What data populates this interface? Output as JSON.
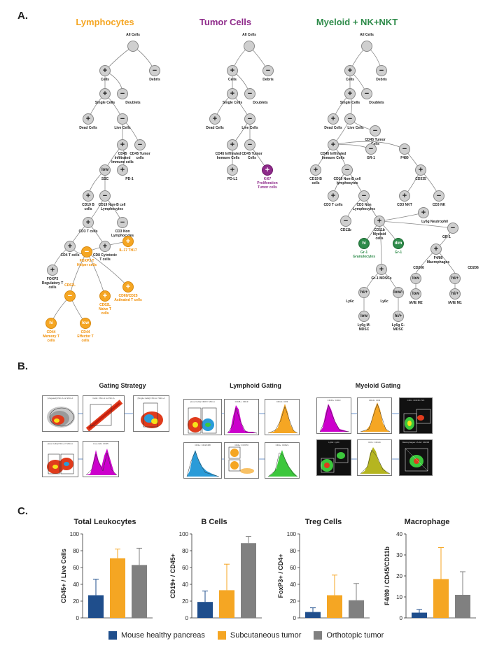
{
  "panels": {
    "a": "A.",
    "b": "B.",
    "c": "C."
  },
  "colors": {
    "orange": "#f5a623",
    "purple": "#8e2a8a",
    "green": "#2e8b4a",
    "blue": "#1f4e8c",
    "grey": "#808080"
  },
  "trees": {
    "lymph": {
      "title": "Lymphocytes",
      "labels": {
        "all": "All Cells",
        "cells": "Cells",
        "debris": "Debris",
        "single": "Single Cells",
        "doublets": "Doublets",
        "dead": "Dead Cells",
        "live": "Live Cells",
        "cd45inf": "CD45 Infiltrated Immune cells",
        "cd45tum": "CD45 Tumor cells",
        "ssc": "SSC",
        "pd1": "PD-1",
        "cd19b": "CD19 B cells",
        "cd19non": "CD19 Non-B cell Lymphocytes",
        "cd3t": "CD3 T cells",
        "cd3non": "CD3 Non Lymphocytes",
        "cd4": "CD4 T cells",
        "cd8": "CD8 Cytotoxic T cells",
        "foxp3reg": "FOXP3 Regulatory T cells",
        "il17": "IL-17 TH17",
        "foxp3help": "FOXP3 T Helper cells",
        "cd62l": "CD62L",
        "cd62lnaive": "CD62L Naive T cells",
        "cd69": "CD69/CD25 Activated T cells",
        "cd44mem": "CD44 Memory T cells",
        "cd44eff": "CD44 Effector T cells"
      },
      "node_text": {
        "plus": "+",
        "minus": "−",
        "low": "low",
        "hi": "hi"
      }
    },
    "tumor": {
      "title": "Tumor Cells",
      "labels": {
        "all": "All Cells",
        "cells": "Cells",
        "debris": "Debris",
        "single": "Single Cells",
        "doublets": "Doublets",
        "dead": "Dead Cells",
        "live": "Live Cells",
        "cd45inf": "CD45 Infiltrated Immune Cells",
        "cd45tum": "CD45 Tumor Cells",
        "pdl1": "PD-L1",
        "ki67": "Ki67 Proliferation Tumor cells"
      }
    },
    "myeloid": {
      "title": "Myeloid + NK+NKT",
      "labels": {
        "all": "All Cells",
        "cells": "Cells",
        "debris": "Debris",
        "single": "Single Cells",
        "doublets": "Doublets",
        "dead": "Dead Cells",
        "live": "Live Cells",
        "cd45tum": "CD45 Tumor Cells",
        "cd45inf": "CD45 Infiltrated Immune Cells",
        "gr1a": "GR-1",
        "f480": "F480",
        "cd19b": "CD19 B cells",
        "cd19non": "CD19 Non-B cell lymphocytes",
        "cd335": "CD335",
        "cd3t": "CD3 T cells",
        "cd3non": "CD3 Non Lymphocytes",
        "cd3nkt": "CD3 NKT",
        "cd3nk": "CD3 NK",
        "cd11b": "CD11b",
        "cd11bmy": "CD11b Myeloid cells",
        "ly6g": "Ly6g Neutrophil",
        "gr1b": "GR-1",
        "gran": "Gr-1 Granulocytes",
        "gr1dim": "Gr-1",
        "f480mac": "F4/80 Macrophages",
        "mdsc": "Gr-1 MDSCs",
        "cd206a": "CD206",
        "cd206b": "CD206",
        "ly6c1": "Ly6c",
        "ly6c2": "Ly6c",
        "mmdsc": "Ly6g M-MDSC",
        "gmdsc": "Ly6g G-MDSC",
        "m2": "IA/IE M2",
        "m1": "IA/IE M1"
      },
      "node_text": {
        "dim": "dim",
        "hilo": "hi/+",
        "lowdash": "low/-"
      }
    }
  },
  "gating": {
    "strategy": "Gating Strategy",
    "lymphoid": "Lymphoid Gating",
    "myeloid": "Myeloid Gating",
    "plot_titles": {
      "p1": "[Ungated] FSC-A vs SSC-A",
      "p2": "Cells: FSC-H vs FSC-A",
      "p3": "[Single Cells] FSC-A / SSC-A",
      "p4": "[Live Cells] FSC-A / SSC-A",
      "p5": "Live cells: CD45",
      "l1": "[Live Cells] CD45 / SSC-A",
      "l2": "CD45+: CD19",
      "l3": "CD19-: CD3",
      "l4": "CD3+: CD4/CD8",
      "l5": "CD4+: FOXP3",
      "l6": "CD4+: CD62L",
      "m1": "CD45+: CD19",
      "m2": "CD19-: CD3",
      "m3": "CD3-: CD335 / NK",
      "m4": "CD3-: CD11b",
      "m5": "Ly6G: Ly6C",
      "m6": "Macrophages: IA-IE / CD206"
    },
    "gate_labels": {
      "cd45": "CD45+",
      "single": "Single Cells",
      "live": "Live Cells",
      "cd19": "CD19+"
    }
  },
  "legend": {
    "healthy": "Mouse healthy pancreas",
    "subq": "Subcutaneous tumor",
    "ortho": "Orthotopic tumor"
  },
  "chart_data": [
    {
      "type": "bar",
      "title": "Total Leukocytes",
      "ylabel": "CD45+ / Live Cells",
      "ylim": [
        0,
        100
      ],
      "yticks": [
        0,
        20,
        40,
        60,
        80,
        100
      ],
      "categories": [
        "Mouse healthy pancreas",
        "Subcutaneous tumor",
        "Orthotopic tumor"
      ],
      "values": [
        27,
        71,
        63
      ],
      "errors": [
        19,
        11,
        20
      ]
    },
    {
      "type": "bar",
      "title": "B Cells",
      "ylabel": "CD19+ / CD45+",
      "ylim": [
        0,
        100
      ],
      "yticks": [
        0,
        20,
        40,
        60,
        80,
        100
      ],
      "categories": [
        "Mouse healthy pancreas",
        "Subcutaneous tumor",
        "Orthotopic tumor"
      ],
      "values": [
        19,
        33,
        89
      ],
      "errors": [
        13,
        31,
        8
      ]
    },
    {
      "type": "bar",
      "title": "Treg Cells",
      "ylabel": "FoxP3+ / CD4+",
      "ylim": [
        0,
        100
      ],
      "yticks": [
        0,
        20,
        40,
        60,
        80,
        100
      ],
      "categories": [
        "Mouse healthy pancreas",
        "Subcutaneous tumor",
        "Orthotopic tumor"
      ],
      "values": [
        7,
        27,
        21
      ],
      "errors": [
        5,
        24,
        20
      ]
    },
    {
      "type": "bar",
      "title": "Macrophage",
      "ylabel": "F4/80 / CD45/CD11b",
      "ylim": [
        0,
        40
      ],
      "yticks": [
        0,
        10,
        20,
        30,
        40
      ],
      "categories": [
        "Mouse healthy pancreas",
        "Subcutaneous tumor",
        "Orthotopic tumor"
      ],
      "values": [
        2.5,
        18.5,
        11
      ],
      "errors": [
        1.5,
        15,
        11
      ]
    }
  ]
}
